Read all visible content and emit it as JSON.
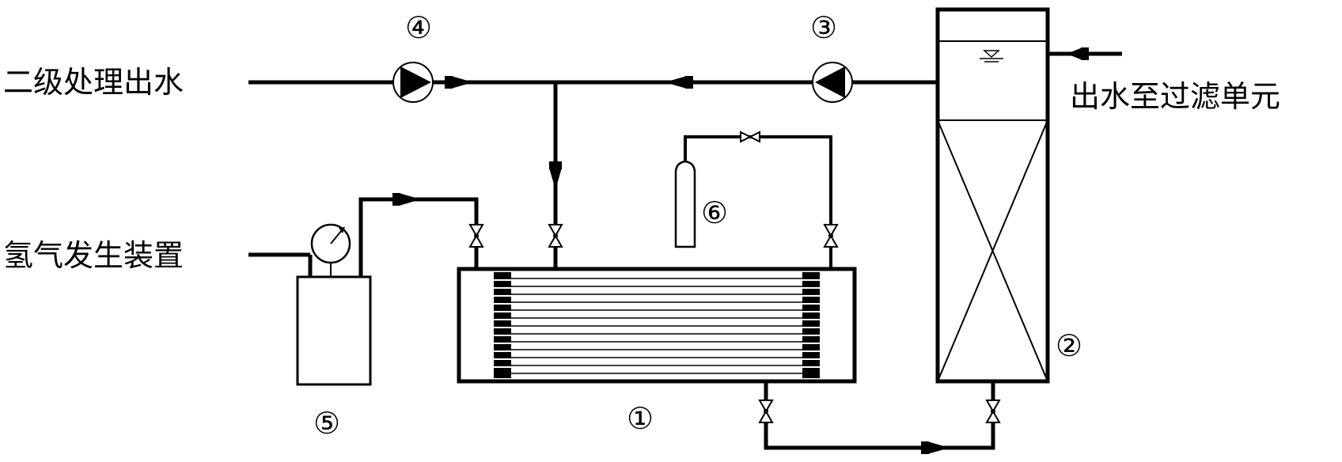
{
  "labels": {
    "secondary_effluent": "二级处理出水",
    "hydrogen_generator": "氢气发生装置",
    "effluent_to_filter": "出水至过滤单元"
  },
  "numbers": {
    "n1": "①",
    "n2": "②",
    "n3": "③",
    "n4": "④",
    "n5": "⑤",
    "n6": "⑥"
  }
}
